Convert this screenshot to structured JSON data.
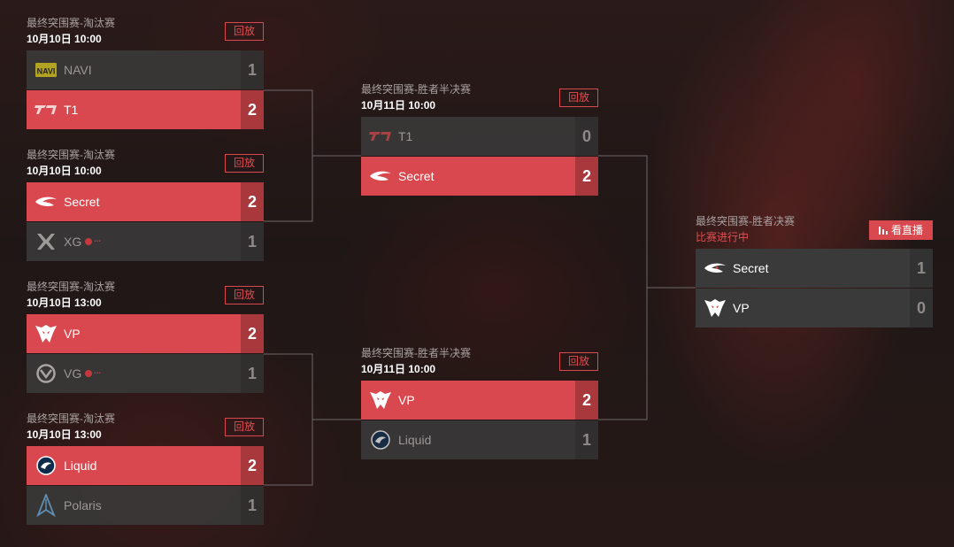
{
  "replay_label": "回放",
  "live_label": "看直播",
  "matches": [
    {
      "stage": "最终突围赛-淘汰赛",
      "time": "10月10日 10:00",
      "teams": [
        {
          "name": "NAVI",
          "score": "1",
          "result": "lose",
          "logo": "navi-logo"
        },
        {
          "name": "T1",
          "score": "2",
          "result": "win",
          "logo": "t1-logo"
        }
      ]
    },
    {
      "stage": "最终突围赛-淘汰赛",
      "time": "10月10日 10:00",
      "teams": [
        {
          "name": "Secret",
          "score": "2",
          "result": "win",
          "logo": "secret-logo"
        },
        {
          "name": "XG",
          "score": "1",
          "result": "lose",
          "logo": "xg-logo"
        }
      ]
    },
    {
      "stage": "最终突围赛-淘汰赛",
      "time": "10月10日 13:00",
      "teams": [
        {
          "name": "VP",
          "score": "2",
          "result": "win",
          "logo": "vp-logo"
        },
        {
          "name": "VG",
          "score": "1",
          "result": "lose",
          "logo": "vg-logo"
        }
      ]
    },
    {
      "stage": "最终突围赛-淘汰赛",
      "time": "10月10日 13:00",
      "teams": [
        {
          "name": "Liquid",
          "score": "2",
          "result": "win",
          "logo": "liquid-logo"
        },
        {
          "name": "Polaris",
          "score": "1",
          "result": "lose",
          "logo": "polaris-logo"
        }
      ]
    },
    {
      "stage": "最终突围赛-胜者半决赛",
      "time": "10月11日 10:00",
      "teams": [
        {
          "name": "T1",
          "score": "0",
          "result": "lose",
          "logo": "t1-logo"
        },
        {
          "name": "Secret",
          "score": "2",
          "result": "win",
          "logo": "secret-logo"
        }
      ]
    },
    {
      "stage": "最终突围赛-胜者半决赛",
      "time": "10月11日 10:00",
      "teams": [
        {
          "name": "VP",
          "score": "2",
          "result": "win",
          "logo": "vp-logo"
        },
        {
          "name": "Liquid",
          "score": "1",
          "result": "lose",
          "logo": "liquid-logo"
        }
      ]
    },
    {
      "stage": "最终突围赛-胜者决赛",
      "status": "比赛进行中",
      "teams": [
        {
          "name": "Secret",
          "score": "1",
          "result": "neutral",
          "logo": "secret-logo"
        },
        {
          "name": "VP",
          "score": "0",
          "result": "neutral",
          "logo": "vp-logo"
        }
      ]
    }
  ],
  "colors": {
    "accent": "#d9484e",
    "row_dark": "#3b3a3a",
    "label_gray": "#a9a2a1",
    "connector": "#6e6868"
  }
}
